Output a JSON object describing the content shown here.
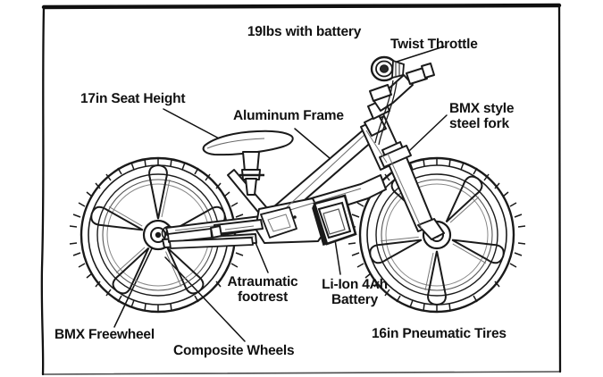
{
  "diagram": {
    "subject": "electric balance bike side view line drawing",
    "border_color": "#111111",
    "background_color": "#ffffff",
    "ink_color": "#1a1a1a",
    "labels": [
      {
        "id": "weight",
        "text": "19lbs with battery",
        "align": "center"
      },
      {
        "id": "throttle",
        "text": "Twist Throttle",
        "align": "left"
      },
      {
        "id": "seat_height",
        "text": "17in Seat Height",
        "align": "left"
      },
      {
        "id": "frame",
        "text": "Aluminum Frame",
        "align": "left"
      },
      {
        "id": "fork",
        "text": "BMX style\nsteel fork",
        "align": "left"
      },
      {
        "id": "footrest",
        "text": "Atraumatic\nfootrest",
        "align": "center"
      },
      {
        "id": "battery",
        "text": "Li-Ion 4Ah\nBattery",
        "align": "center"
      },
      {
        "id": "freewheel",
        "text": "BMX Freewheel",
        "align": "left"
      },
      {
        "id": "wheels",
        "text": "Composite Wheels",
        "align": "left"
      },
      {
        "id": "tires",
        "text": "16in Pneumatic Tires",
        "align": "left"
      }
    ]
  }
}
